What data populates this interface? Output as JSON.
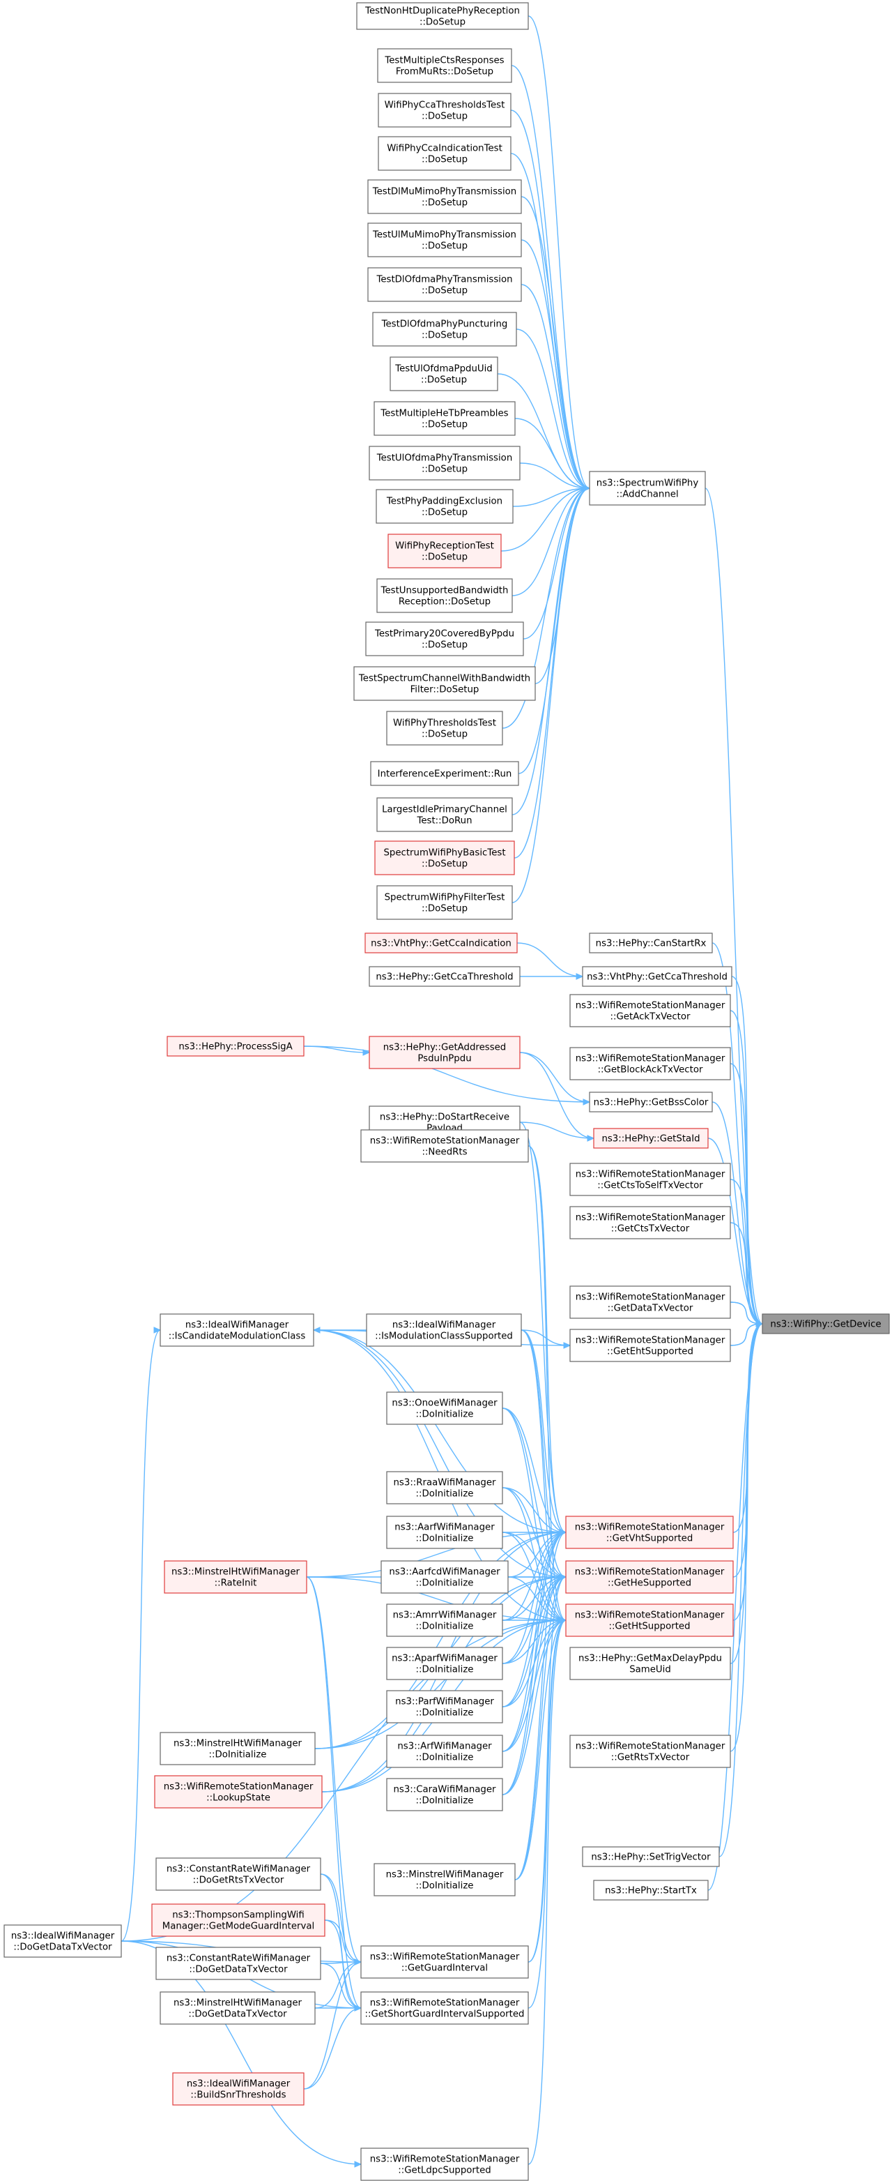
{
  "graph": {
    "colors": {
      "edge": "#63b8ff",
      "node_border": "#666666",
      "highlight_border": "#e03b3b",
      "highlight_fill": "#fff0f0",
      "focus_fill": "#999999"
    },
    "nodes": [
      {
        "id": "n1",
        "label": [
          "TestNonHtDuplicatePhyReception",
          "::DoSetup"
        ]
      },
      {
        "id": "n2",
        "label": [
          "TestMultipleCtsResponses",
          "FromMuRts::DoSetup"
        ]
      },
      {
        "id": "n3",
        "label": [
          "WifiPhyCcaThresholdsTest",
          "::DoSetup"
        ]
      },
      {
        "id": "n4",
        "label": [
          "WifiPhyCcaIndicationTest",
          "::DoSetup"
        ]
      },
      {
        "id": "n5",
        "label": [
          "TestDlMuMimoPhyTransmission",
          "::DoSetup"
        ]
      },
      {
        "id": "n6",
        "label": [
          "TestUlMuMimoPhyTransmission",
          "::DoSetup"
        ]
      },
      {
        "id": "n7",
        "label": [
          "TestDlOfdmaPhyTransmission",
          "::DoSetup"
        ]
      },
      {
        "id": "n8",
        "label": [
          "TestDlOfdmaPhyPuncturing",
          "::DoSetup"
        ]
      },
      {
        "id": "n9",
        "label": [
          "TestUlOfdmaPpduUid",
          "::DoSetup"
        ]
      },
      {
        "id": "n10",
        "label": [
          "TestMultipleHeTbPreambles",
          "::DoSetup"
        ]
      },
      {
        "id": "n11",
        "label": [
          "TestUlOfdmaPhyTransmission",
          "::DoSetup"
        ]
      },
      {
        "id": "n12",
        "label": [
          "TestPhyPaddingExclusion",
          "::DoSetup"
        ]
      },
      {
        "id": "n13",
        "label": [
          "WifiPhyReceptionTest",
          "::DoSetup"
        ],
        "style": "red"
      },
      {
        "id": "n14",
        "label": [
          "TestUnsupportedBandwidth",
          "Reception::DoSetup"
        ]
      },
      {
        "id": "n15",
        "label": [
          "TestPrimary20CoveredByPpdu",
          "::DoSetup"
        ]
      },
      {
        "id": "n16",
        "label": [
          "TestSpectrumChannelWithBandwidth",
          "Filter::DoSetup"
        ]
      },
      {
        "id": "n17",
        "label": [
          "WifiPhyThresholdsTest",
          "::DoSetup"
        ]
      },
      {
        "id": "n18",
        "label": [
          "InterferenceExperiment::Run"
        ]
      },
      {
        "id": "n19",
        "label": [
          "LargestIdlePrimaryChannel",
          "Test::DoRun"
        ]
      },
      {
        "id": "n20",
        "label": [
          "SpectrumWifiPhyBasicTest",
          "::DoSetup"
        ],
        "style": "red"
      },
      {
        "id": "n21",
        "label": [
          "SpectrumWifiPhyFilterTest",
          "::DoSetup"
        ]
      },
      {
        "id": "sac",
        "label": [
          "ns3::SpectrumWifiPhy",
          "::AddChannel"
        ]
      },
      {
        "id": "vgcca",
        "label": [
          "ns3::VhtPhy::GetCcaIndication"
        ],
        "style": "red"
      },
      {
        "id": "hgcct",
        "label": [
          "ns3::HePhy::GetCcaThreshold"
        ]
      },
      {
        "id": "vgcct",
        "label": [
          "ns3::VhtPhy::GetCcaThreshold"
        ]
      },
      {
        "id": "hcsr",
        "label": [
          "ns3::HePhy::CanStartRx"
        ]
      },
      {
        "id": "gatx",
        "label": [
          "ns3::WifiRemoteStationManager",
          "::GetAckTxVector"
        ]
      },
      {
        "id": "hpsa",
        "label": [
          "ns3::HePhy::ProcessSigA"
        ],
        "style": "red"
      },
      {
        "id": "hgap",
        "label": [
          "ns3::HePhy::GetAddressed",
          "PsduInPpdu"
        ],
        "style": "red"
      },
      {
        "id": "gbatx",
        "label": [
          "ns3::WifiRemoteStationManager",
          "::GetBlockAckTxVector"
        ]
      },
      {
        "id": "hgbc",
        "label": [
          "ns3::HePhy::GetBssColor"
        ]
      },
      {
        "id": "hdsrp",
        "label": [
          "ns3::HePhy::DoStartReceive",
          "Payload"
        ]
      },
      {
        "id": "hgsid",
        "label": [
          "ns3::HePhy::GetStaId"
        ],
        "style": "red"
      },
      {
        "id": "nrts",
        "label": [
          "ns3::WifiRemoteStationManager",
          "::NeedRts"
        ]
      },
      {
        "id": "gctstx",
        "label": [
          "ns3::WifiRemoteStationManager",
          "::GetCtsToSelfTxVector"
        ]
      },
      {
        "id": "gctx",
        "label": [
          "ns3::WifiRemoteStationManager",
          "::GetCtsTxVector"
        ]
      },
      {
        "id": "gdtx",
        "label": [
          "ns3::WifiRemoteStationManager",
          "::GetDataTxVector"
        ]
      },
      {
        "id": "wgd",
        "label": [
          "ns3::WifiPhy::GetDevice"
        ],
        "style": "focus"
      },
      {
        "id": "icmc",
        "label": [
          "ns3::IdealWifiManager",
          "::IsCandidateModulationClass"
        ]
      },
      {
        "id": "imcs",
        "label": [
          "ns3::IdealWifiManager",
          "::IsModulationClassSupported"
        ]
      },
      {
        "id": "gehs",
        "label": [
          "ns3::WifiRemoteStationManager",
          "::GetEhtSupported"
        ]
      },
      {
        "id": "onoe",
        "label": [
          "ns3::OnoeWifiManager",
          "::DoInitialize"
        ]
      },
      {
        "id": "rraa",
        "label": [
          "ns3::RraaWifiManager",
          "::DoInitialize"
        ]
      },
      {
        "id": "aarf",
        "label": [
          "ns3::AarfWifiManager",
          "::DoInitialize"
        ]
      },
      {
        "id": "gvhs",
        "label": [
          "ns3::WifiRemoteStationManager",
          "::GetVhtSupported"
        ],
        "style": "red"
      },
      {
        "id": "mhri",
        "label": [
          "ns3::MinstrelHtWifiManager",
          "::RateInit"
        ],
        "style": "red"
      },
      {
        "id": "aarfcd",
        "label": [
          "ns3::AarfcdWifiManager",
          "::DoInitialize"
        ]
      },
      {
        "id": "ghes",
        "label": [
          "ns3::WifiRemoteStationManager",
          "::GetHeSupported"
        ],
        "style": "red"
      },
      {
        "id": "amrr",
        "label": [
          "ns3::AmrrWifiManager",
          "::DoInitialize"
        ]
      },
      {
        "id": "ghts",
        "label": [
          "ns3::WifiRemoteStationManager",
          "::GetHtSupported"
        ],
        "style": "red"
      },
      {
        "id": "aparf",
        "label": [
          "ns3::AparfWifiManager",
          "::DoInitialize"
        ]
      },
      {
        "id": "hgmd",
        "label": [
          "ns3::HePhy::GetMaxDelayPpdu",
          "SameUid"
        ]
      },
      {
        "id": "parf",
        "label": [
          "ns3::ParfWifiManager",
          "::DoInitialize"
        ]
      },
      {
        "id": "mhdi",
        "label": [
          "ns3::MinstrelHtWifiManager",
          "::DoInitialize"
        ]
      },
      {
        "id": "arf",
        "label": [
          "ns3::ArfWifiManager",
          "::DoInitialize"
        ]
      },
      {
        "id": "grtstx",
        "label": [
          "ns3::WifiRemoteStationManager",
          "::GetRtsTxVector"
        ]
      },
      {
        "id": "lkup",
        "label": [
          "ns3::WifiRemoteStationManager",
          "::LookupState"
        ],
        "style": "red"
      },
      {
        "id": "cara",
        "label": [
          "ns3::CaraWifiManager",
          "::DoInitialize"
        ]
      },
      {
        "id": "hstv",
        "label": [
          "ns3::HePhy::SetTrigVector"
        ]
      },
      {
        "id": "mwdi",
        "label": [
          "ns3::MinstrelWifiManager",
          "::DoInitialize"
        ]
      },
      {
        "id": "crrts",
        "label": [
          "ns3::ConstantRateWifiManager",
          "::DoGetRtsTxVector"
        ]
      },
      {
        "id": "hstx",
        "label": [
          "ns3::HePhy::StartTx"
        ]
      },
      {
        "id": "tsgm",
        "label": [
          "ns3::ThompsonSamplingWifi",
          "Manager::GetModeGuardInterval"
        ],
        "style": "red"
      },
      {
        "id": "iddtx",
        "label": [
          "ns3::IdealWifiManager",
          "::DoGetDataTxVector"
        ]
      },
      {
        "id": "crdtx",
        "label": [
          "ns3::ConstantRateWifiManager",
          "::DoGetDataTxVector"
        ]
      },
      {
        "id": "ggi",
        "label": [
          "ns3::WifiRemoteStationManager",
          "::GetGuardInterval"
        ]
      },
      {
        "id": "mhdtx",
        "label": [
          "ns3::MinstrelHtWifiManager",
          "::DoGetDataTxVector"
        ]
      },
      {
        "id": "gsgis",
        "label": [
          "ns3::WifiRemoteStationManager",
          "::GetShortGuardIntervalSupported"
        ]
      },
      {
        "id": "ibst",
        "label": [
          "ns3::IdealWifiManager",
          "::BuildSnrThresholds"
        ],
        "style": "red"
      },
      {
        "id": "gldpc",
        "label": [
          "ns3::WifiRemoteStationManager",
          "::GetLdpcSupported"
        ]
      }
    ]
  }
}
